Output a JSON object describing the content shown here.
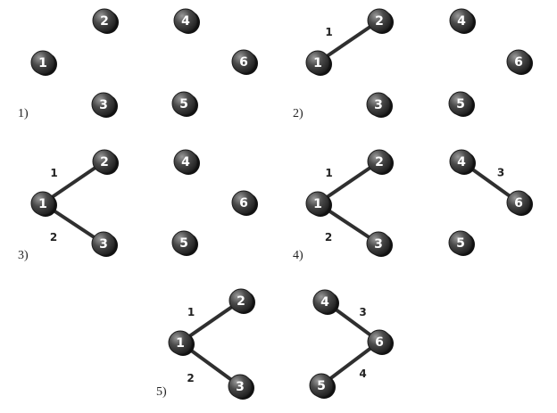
{
  "panels": [
    {
      "label": "1)",
      "nodes": [
        "1",
        "2",
        "3",
        "4",
        "5",
        "6"
      ],
      "edges": []
    },
    {
      "label": "2)",
      "nodes": [
        "1",
        "2",
        "3",
        "4",
        "5",
        "6"
      ],
      "edges": [
        {
          "from": "1",
          "to": "2",
          "weight": "1"
        }
      ]
    },
    {
      "label": "3)",
      "nodes": [
        "1",
        "2",
        "3",
        "4",
        "5",
        "6"
      ],
      "edges": [
        {
          "from": "1",
          "to": "2",
          "weight": "1"
        },
        {
          "from": "1",
          "to": "3",
          "weight": "2"
        }
      ]
    },
    {
      "label": "4)",
      "nodes": [
        "1",
        "2",
        "3",
        "4",
        "5",
        "6"
      ],
      "edges": [
        {
          "from": "1",
          "to": "2",
          "weight": "1"
        },
        {
          "from": "1",
          "to": "3",
          "weight": "2"
        },
        {
          "from": "4",
          "to": "6",
          "weight": "3"
        }
      ]
    },
    {
      "label": "5)",
      "nodes": [
        "1",
        "2",
        "3",
        "4",
        "5",
        "6"
      ],
      "edges": [
        {
          "from": "1",
          "to": "2",
          "weight": "1"
        },
        {
          "from": "1",
          "to": "3",
          "weight": "2"
        },
        {
          "from": "4",
          "to": "6",
          "weight": "3"
        },
        {
          "from": "5",
          "to": "6",
          "weight": "4"
        }
      ]
    }
  ],
  "colors": {
    "node_fill": "#3a3a3a",
    "node_highlight": "#8a8a8a",
    "node_text": "#ffffff",
    "edge": "#2f2f2f"
  }
}
